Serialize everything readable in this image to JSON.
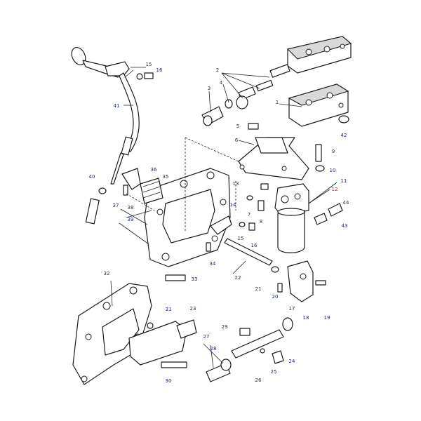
{
  "callouts": [
    {
      "id": "c1",
      "text": "1"
    },
    {
      "id": "c2",
      "text": "2"
    },
    {
      "id": "c3",
      "text": "3"
    },
    {
      "id": "c4",
      "text": "4"
    },
    {
      "id": "c5",
      "text": "5"
    },
    {
      "id": "c6",
      "text": "6"
    },
    {
      "id": "c7",
      "text": "7"
    },
    {
      "id": "c8",
      "text": "8"
    },
    {
      "id": "c9",
      "text": "9"
    },
    {
      "id": "c10",
      "text": "10"
    },
    {
      "id": "c11",
      "text": "11"
    },
    {
      "id": "c12",
      "text": "12",
      "highlight": true
    },
    {
      "id": "c13",
      "text": "13"
    },
    {
      "id": "c14",
      "text": "14"
    },
    {
      "id": "c15",
      "text": "15"
    },
    {
      "id": "c15b",
      "text": "15"
    },
    {
      "id": "c16",
      "text": "16"
    },
    {
      "id": "c16b",
      "text": "16"
    },
    {
      "id": "c17",
      "text": "17"
    },
    {
      "id": "c18",
      "text": "18"
    },
    {
      "id": "c19",
      "text": "19"
    },
    {
      "id": "c20",
      "text": "20"
    },
    {
      "id": "c21",
      "text": "21"
    },
    {
      "id": "c22",
      "text": "22"
    },
    {
      "id": "c23",
      "text": "23"
    },
    {
      "id": "c24",
      "text": "24"
    },
    {
      "id": "c25",
      "text": "25"
    },
    {
      "id": "c26",
      "text": "26"
    },
    {
      "id": "c27",
      "text": "27"
    },
    {
      "id": "c28",
      "text": "28"
    },
    {
      "id": "c29",
      "text": "29"
    },
    {
      "id": "c30",
      "text": "30"
    },
    {
      "id": "c31",
      "text": "31"
    },
    {
      "id": "c32",
      "text": "32"
    },
    {
      "id": "c33",
      "text": "33"
    },
    {
      "id": "c34",
      "text": "34"
    },
    {
      "id": "c35",
      "text": "35"
    },
    {
      "id": "c36",
      "text": "36"
    },
    {
      "id": "c37",
      "text": "37"
    },
    {
      "id": "c38",
      "text": "38"
    },
    {
      "id": "c39",
      "text": "39"
    },
    {
      "id": "c40",
      "text": "40"
    },
    {
      "id": "c41",
      "text": "41"
    },
    {
      "id": "c42",
      "text": "42"
    },
    {
      "id": "c43",
      "text": "43"
    },
    {
      "id": "c44",
      "text": "44"
    }
  ],
  "colors": {
    "line": "#1a1a1a",
    "callout_text": "#1d2a6b",
    "callout_highlight": "#d01818",
    "background": "#ffffff"
  }
}
